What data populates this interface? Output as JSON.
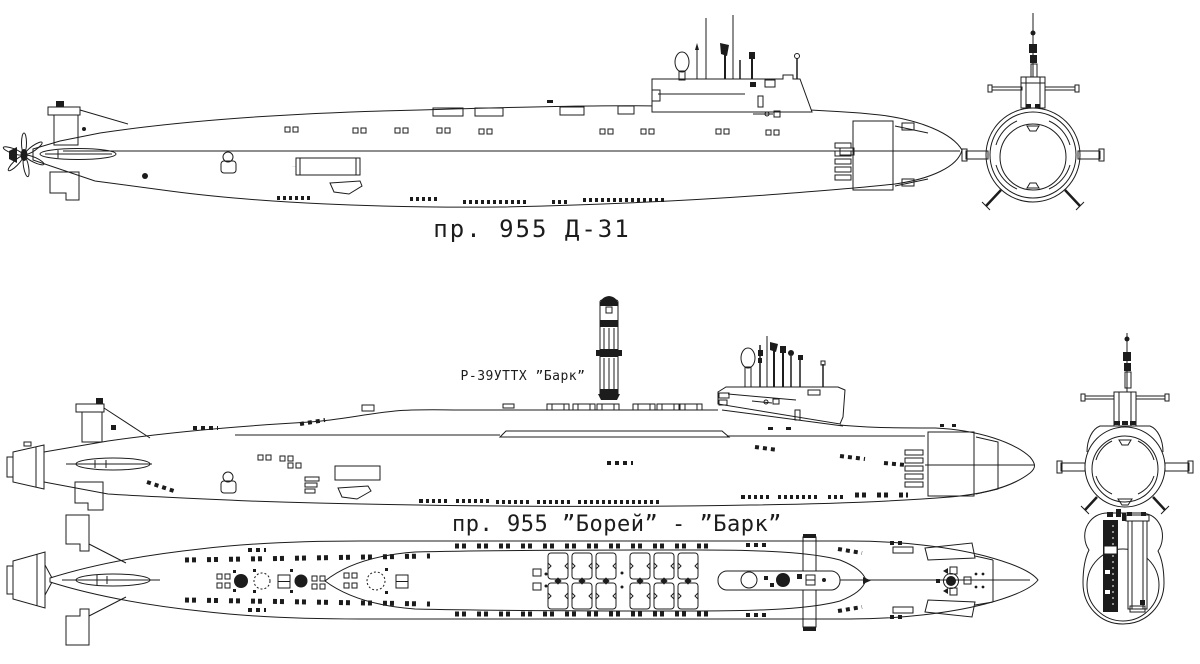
{
  "page": {
    "background": "#ffffff",
    "ink": "#1c1c1c",
    "kind": "submarine comparison blueprint, project 955"
  },
  "captions": {
    "top_side_view": "пр. 955 Д-31",
    "missile": "Р-39УТТХ ”Барк”",
    "bottom_side_view": "пр. 955 ”Борей” - ”Барк”"
  }
}
